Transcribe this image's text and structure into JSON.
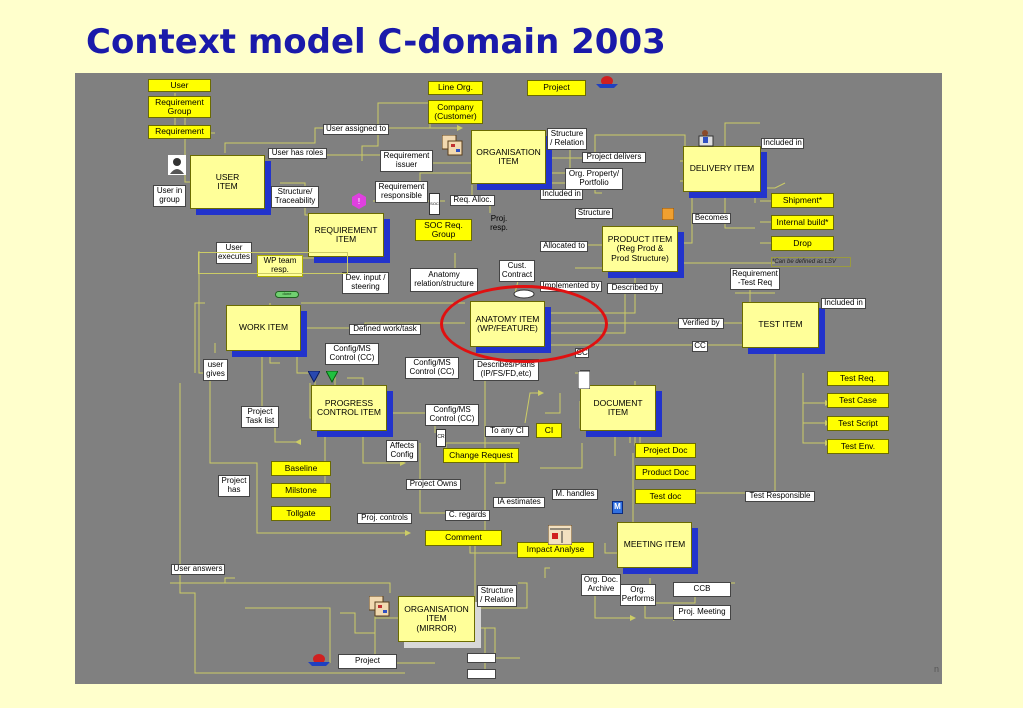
{
  "title": "Context model C-domain 2003",
  "page_number": "n",
  "entities": {
    "user": "USER\nITEM",
    "requirement": "REQUIREMENT\nITEM",
    "organisation": "ORGANISATION\nITEM",
    "delivery": "DELIVERY ITEM",
    "product": "PRODUCT ITEM\n(Reg Prod &\nProd Structure)",
    "work": "WORK ITEM",
    "anatomy": "ANATOMY ITEM\n(WP/FEATURE)",
    "test": "TEST ITEM",
    "progress": "PROGRESS\nCONTROL ITEM",
    "document": "DOCUMENT\nITEM",
    "meeting": "MEETING ITEM",
    "org_mirror": "ORGANISATION\nITEM\n(MIRROR)"
  },
  "tags": {
    "user": "User",
    "req_group": "Requirement\nGroup",
    "requirement": "Requirement",
    "line_org": "Line Org.",
    "company": "Company\n(Customer)",
    "project_top": "Project",
    "shipment": "Shipment*",
    "internal_build": "Internal build*",
    "drop": "Drop",
    "soc_req_group": "SOC Req.\nGroup",
    "test_req": "Test Req.",
    "test_case": "Test Case",
    "test_script": "Test Script",
    "test_env": "Test Env.",
    "baseline": "Baseline",
    "milestone": "Milstone",
    "tollgate": "Tollgate",
    "change_request": "Change  Request",
    "ci": "CI",
    "project_doc": "Project Doc",
    "product_doc": "Product Doc",
    "test_doc": "Test doc",
    "comment": "Comment",
    "impact_analyse": "Impact Analyse"
  },
  "relations": {
    "user_assigned_to": "User assigned to",
    "user_has_roles": "User has roles",
    "user_in_group": "User in\ngroup",
    "structure_traceability": "Structure/\nTraceability",
    "requirement_issuer": "Requirement\nissuer",
    "requirement_responsible": "Requirement\nresponsible",
    "req_alloc": "Req. Alloc.",
    "proj_resp": "Proj.\nresp.",
    "structure_relation": "Structure\n/ Relation",
    "project_delivers": "Project delivers",
    "org_property": "Org. Property/\nPortfolio",
    "included_in_org": "Included in",
    "included_in_delivery": "Included in",
    "structure": "Structure",
    "becomes": "Becomes",
    "allocated_to": "Allocated to",
    "user_executes": "User\nexecutes",
    "wp_team_resp": "WP team\nresp.",
    "dev_input": "Dev. input /\nsteering",
    "anatomy_relation": "Anatomy\nrelation/structure",
    "cust_contract": "Cust.\nContract",
    "implemented_by": "Implemented by",
    "described_by": "Described by",
    "requirement_test_req": "Requirement\n-Test Req",
    "included_in_test": "Included in",
    "verified_by": "Verified by",
    "cc_test": "CC",
    "cc_anatomy": "CC",
    "defined_work_task": "Defined work/task",
    "config_ms_work": "Config/MS\nControl (CC)",
    "config_ms_anatomy": "Config/MS\nControl (CC)",
    "describes_plans": "Describes/Plans\n(IP/FS/FD,etc)",
    "user_gives": "user\ngives",
    "project_task_list": "Project\nTask list",
    "config_ms_progress": "Config/MS\nControl (CC)",
    "to_any_ci": "To any CI",
    "affects_config": "Affects\nConfig",
    "project_has": "Project\nhas",
    "project_owns": "Project Owns",
    "ia_estimates": "IA estimates",
    "m_handles": "M. handles",
    "c_regards": "C. regards",
    "proj_controls": "Proj. controls",
    "test_responsible": "Test Responsible",
    "user_answers": "User answers",
    "org_doc_archive": "Org. Doc.\nArchive",
    "org_performs": "Org.\nPerforms",
    "ccb": "CCB",
    "proj_meeting": "Proj. Meeting",
    "structure_relation_mirror": "Structure\n/ Relation",
    "project_bottom": "Project"
  },
  "notes": {
    "lsv": "*Can be defined as LSV"
  },
  "icon_letters": {
    "m": "M",
    "cr": "CR",
    "soc": "SOC",
    "done": "done"
  },
  "colors": {
    "page_bg": "#FFFFCC",
    "title": "#1A1AAA",
    "canvas": "#808080",
    "entity_fill": "#FFFF99",
    "tag_fill": "#FFFF00",
    "shadow": "#2233CC",
    "highlight": "#E01010",
    "wire": "#CCCC66"
  }
}
